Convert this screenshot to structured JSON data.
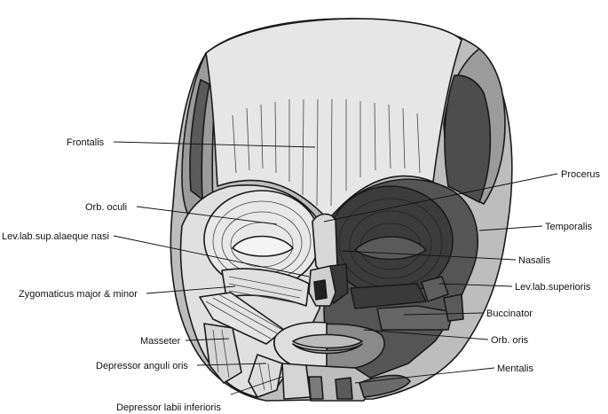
{
  "labels": {
    "frontalis": "Frontalis",
    "orb_oculi": "Orb. oculi",
    "lev_lab_sup_alaeque_nasi": "Lev.lab.sup.alaeque nasi",
    "zygomaticus": "Zygomaticus major & minor",
    "masseter": "Masseter",
    "depressor_anguli_oris": "Depressor anguli oris",
    "depressor_labii_inferioris": "Depressor labii inferioris",
    "procerus": "Procerus",
    "temporalis": "Temporalis",
    "nasalis": "Nasalis",
    "lev_lab_superioris": "Lev.lab.superioris",
    "buccinator": "Buccinator",
    "orb_oris": "Orb. oris",
    "mentalis": "Mentalis"
  },
  "colors": {
    "background": "#ffffff",
    "light_muscle": "#e6e6e6",
    "mid_muscle": "#a6a6a6",
    "dark_muscle": "#4d4d4d",
    "darkest_muscle": "#333333",
    "outline": "#1a1a1a"
  }
}
